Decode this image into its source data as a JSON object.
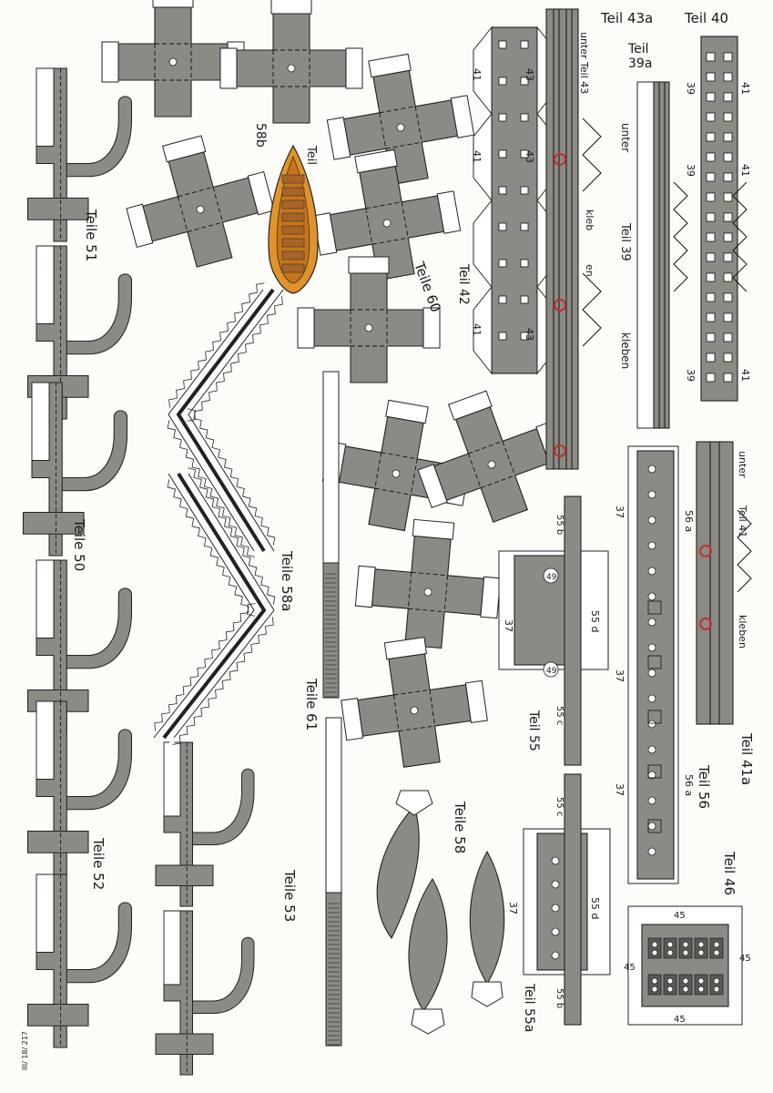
{
  "sheet": {
    "labels": {
      "teil40": "Teil 40",
      "teil43a": "Teil 43a",
      "unter_teil43": "unter Teil 43",
      "teil39a_1": "Teil",
      "teil39a_2": "39a",
      "unter": "unter",
      "teil39": "Teil 39",
      "kleben": "kleben",
      "teil42": "Teil 42",
      "kleb": "kleb",
      "en": "en",
      "teil58b_1": "Teil",
      "teil58b_2": "58b",
      "teile60": "Teile 60",
      "teile51": "Teile 51",
      "teile50": "Teile 50",
      "teile52": "Teile 52",
      "teile53": "Teile 53",
      "teile58a": "Teile 58a",
      "teile61": "Teile 61",
      "teile58": "Teile 58",
      "teil55": "Teil 55",
      "teil55a": "Teil 55a",
      "teil56": "Teil 56",
      "teil41a": "Teil 41a",
      "teil46": "Teil 46",
      "unter2": "unter",
      "teil41": "Teil 41",
      "kleben2": "kleben",
      "sheet_code": "III/ 18/ 217"
    },
    "numbers": {
      "n41": "41",
      "n43": "43",
      "n39": "39",
      "n37": "37",
      "n45": "45",
      "n49": "49",
      "n55b": "55 b",
      "n55c": "55 c",
      "n55d": "55 d",
      "n56a": "56 a"
    },
    "colors": {
      "paper": "#fdfcf8",
      "part_gray": "#8c8a85",
      "boat_orange": "#e0932a",
      "marker_red": "#c0312b"
    }
  }
}
